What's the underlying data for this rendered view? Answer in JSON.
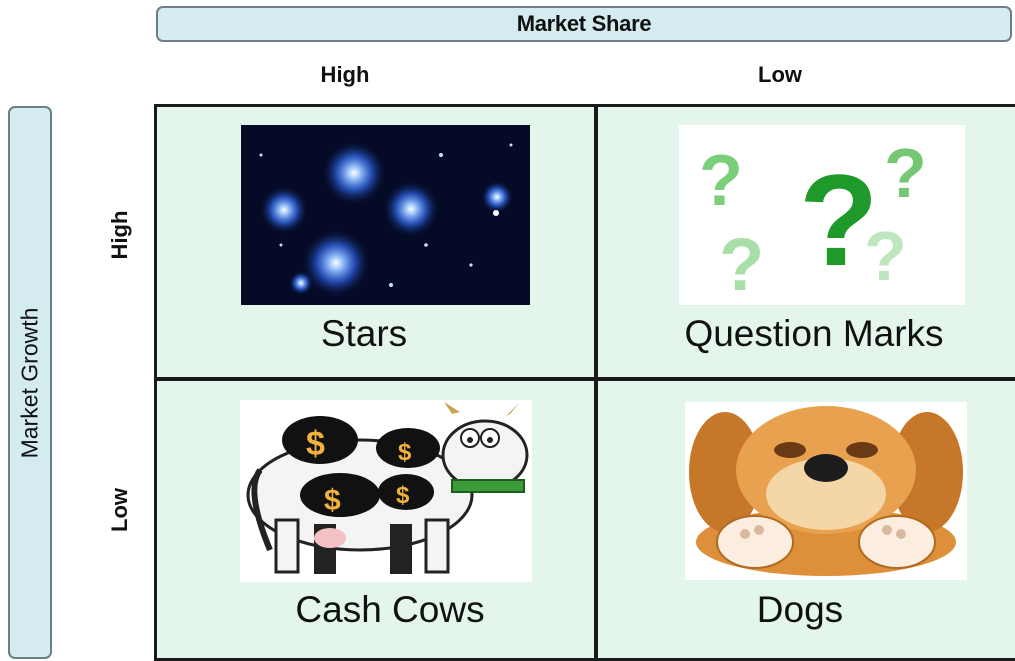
{
  "axes": {
    "market_share": "Market Share",
    "market_growth": "Market Growth",
    "col_high": "High",
    "col_low": "Low",
    "row_high": "High",
    "row_low": "Low"
  },
  "quadrants": {
    "stars": "Stars",
    "question_marks": "Question Marks",
    "cash_cows": "Cash Cows",
    "dogs": "Dogs"
  },
  "colors": {
    "header_fill": "#d4ecef",
    "cell_fill": "#e4f6ec",
    "grid_line": "#1a1a1a"
  },
  "images": {
    "stars": "star-cluster-image",
    "question_marks": "question-marks-image",
    "cash_cows": "dollar-cow-image",
    "dogs": "sad-dog-image"
  }
}
